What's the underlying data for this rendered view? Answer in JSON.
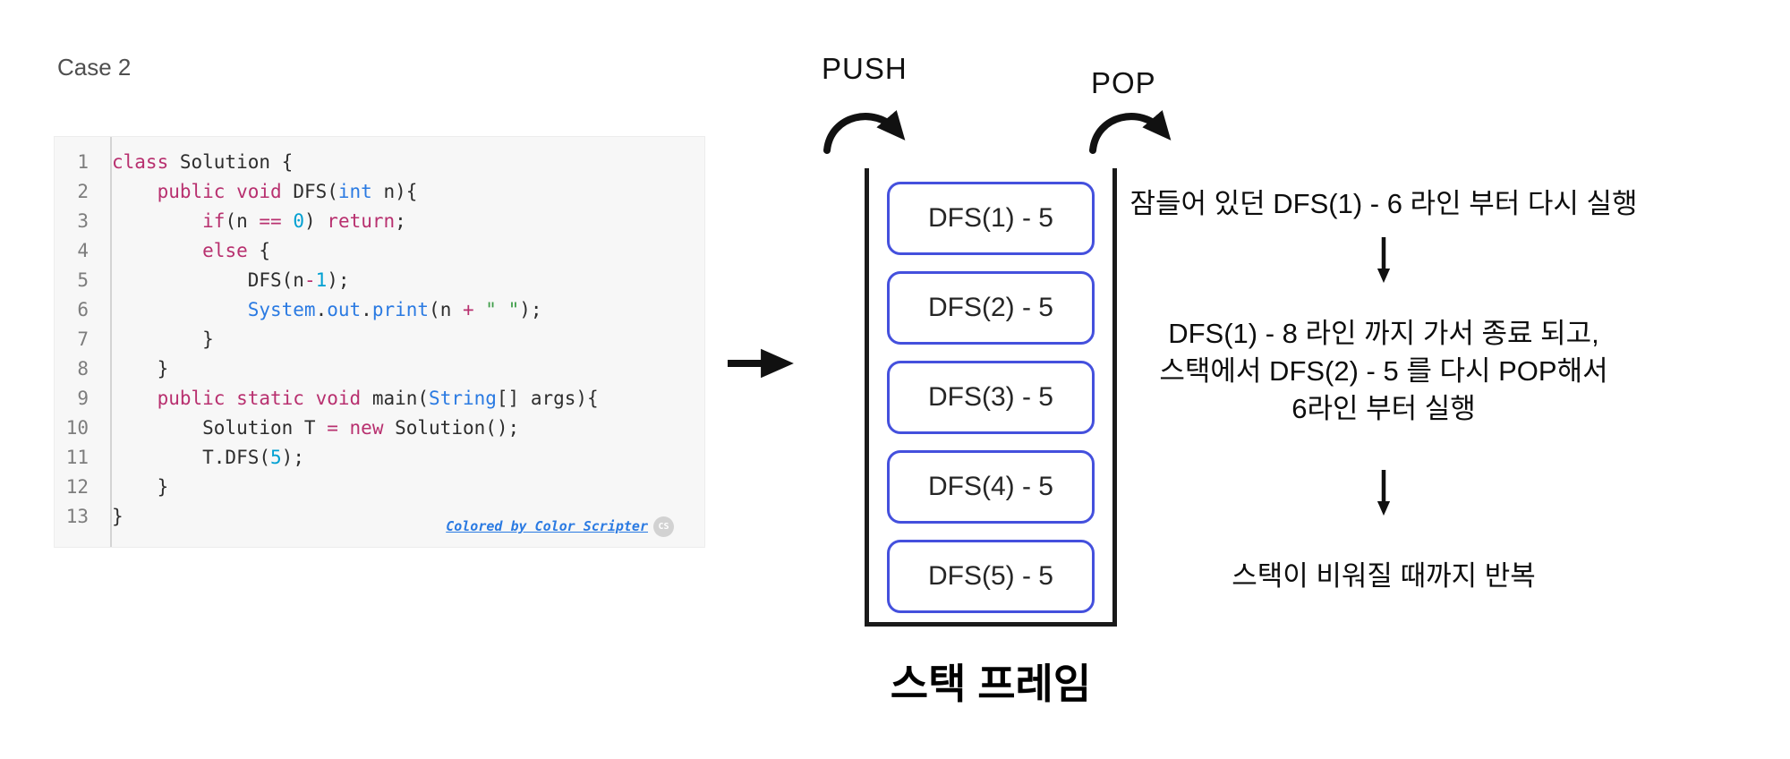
{
  "case_label": "Case 2",
  "code": {
    "lines": [
      {
        "no": "1",
        "tokens": [
          [
            "class",
            "k"
          ],
          [
            " Solution {",
            "p"
          ]
        ]
      },
      {
        "no": "2",
        "tokens": [
          [
            "    ",
            "p"
          ],
          [
            "public",
            "k"
          ],
          [
            " ",
            "p"
          ],
          [
            "void",
            "k"
          ],
          [
            " DFS(",
            "p"
          ],
          [
            "int",
            "b"
          ],
          [
            " n){",
            "p"
          ]
        ]
      },
      {
        "no": "3",
        "tokens": [
          [
            "        ",
            "p"
          ],
          [
            "if",
            "k"
          ],
          [
            "(n ",
            "p"
          ],
          [
            "==",
            "k"
          ],
          [
            " ",
            "p"
          ],
          [
            "0",
            "n"
          ],
          [
            ") ",
            "p"
          ],
          [
            "return",
            "k"
          ],
          [
            ";",
            "p"
          ]
        ]
      },
      {
        "no": "4",
        "tokens": [
          [
            "        ",
            "p"
          ],
          [
            "else",
            "k"
          ],
          [
            " {",
            "p"
          ]
        ]
      },
      {
        "no": "5",
        "tokens": [
          [
            "            DFS(n",
            "p"
          ],
          [
            "-",
            "k"
          ],
          [
            "1",
            "n"
          ],
          [
            ");",
            "p"
          ]
        ]
      },
      {
        "no": "6",
        "tokens": [
          [
            "            ",
            "p"
          ],
          [
            "System",
            "b"
          ],
          [
            ".",
            "p"
          ],
          [
            "out",
            "b"
          ],
          [
            ".",
            "p"
          ],
          [
            "print",
            "b"
          ],
          [
            "(n ",
            "p"
          ],
          [
            "+",
            "k"
          ],
          [
            " ",
            "p"
          ],
          [
            "\" \"",
            "s"
          ],
          [
            ");",
            "p"
          ]
        ]
      },
      {
        "no": "7",
        "tokens": [
          [
            "        }",
            "p"
          ]
        ]
      },
      {
        "no": "8",
        "tokens": [
          [
            "    }",
            "p"
          ]
        ]
      },
      {
        "no": "9",
        "tokens": [
          [
            "    ",
            "p"
          ],
          [
            "public",
            "k"
          ],
          [
            " ",
            "p"
          ],
          [
            "static",
            "k"
          ],
          [
            " ",
            "p"
          ],
          [
            "void",
            "k"
          ],
          [
            " main(",
            "p"
          ],
          [
            "String",
            "b"
          ],
          [
            "[] args){",
            "p"
          ]
        ]
      },
      {
        "no": "10",
        "tokens": [
          [
            "        Solution T ",
            "p"
          ],
          [
            "=",
            "k"
          ],
          [
            " ",
            "p"
          ],
          [
            "new",
            "k"
          ],
          [
            " Solution();",
            "p"
          ]
        ]
      },
      {
        "no": "11",
        "tokens": [
          [
            "        T.DFS(",
            "p"
          ],
          [
            "5",
            "n"
          ],
          [
            ");",
            "p"
          ]
        ]
      },
      {
        "no": "12",
        "tokens": [
          [
            "    }",
            "p"
          ]
        ]
      },
      {
        "no": "13",
        "tokens": [
          [
            "}",
            "p"
          ]
        ]
      }
    ],
    "credit_link": "Colored by Color Scripter",
    "credit_badge": "CS"
  },
  "stack": {
    "push_label": "PUSH",
    "pop_label": "POP",
    "frames": [
      "DFS(1) - 5",
      "DFS(2) - 5",
      "DFS(3) - 5",
      "DFS(4) - 5",
      "DFS(5) - 5"
    ],
    "caption": "스택 프레임"
  },
  "steps": {
    "step1": "잠들어 있던 DFS(1) - 6 라인 부터 다시 실행",
    "step2": [
      "DFS(1) - 8 라인 까지 가서 종료 되고,",
      "스택에서 DFS(2) - 5 를 다시 POP해서",
      "6라인 부터 실행"
    ],
    "step3": "스택이 비워질 때까지 반복"
  },
  "colors": {
    "keyword": "#b8306f",
    "blue": "#2a7ae2",
    "number": "#00a0d2",
    "string": "#3f9e49",
    "plain": "#2d2d2d",
    "frame_border": "#4450dd"
  }
}
